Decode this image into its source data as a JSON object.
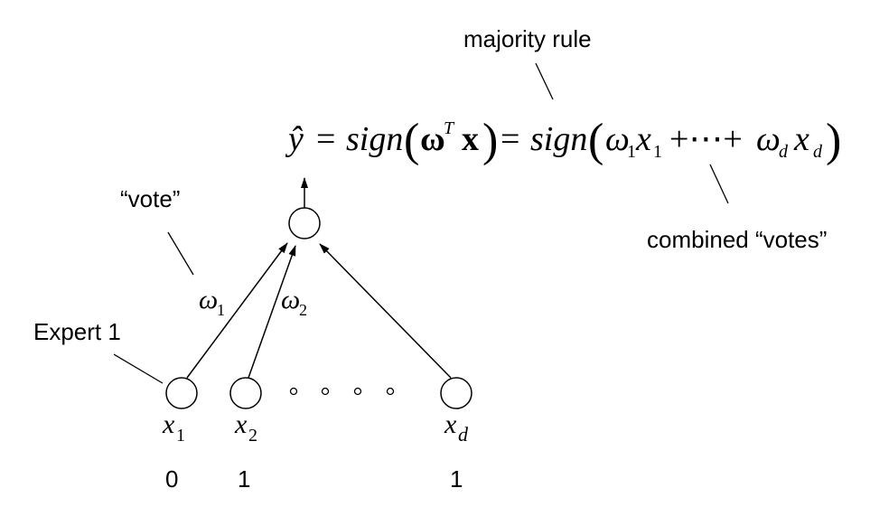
{
  "labels": {
    "majority_rule": "majority rule",
    "vote": "“vote”",
    "combined_votes": "combined “votes”",
    "expert1": "Expert 1"
  },
  "formula": {
    "yhat": "ŷ",
    "eq1": "=",
    "sign1": "sign",
    "omega_bold": "ω",
    "sup_T": "T",
    "x_bold": "x",
    "eq2": "=",
    "sign2": "sign",
    "omega": "ω",
    "sub_1": "1",
    "x": "x",
    "sub_1b": "1",
    "plus_dots_plus": "+⋯+",
    "omega_d": "ω",
    "sub_d": "d",
    "x_d": "x",
    "sub_db": "d"
  },
  "weights": {
    "w1": "ω",
    "w1_sub": "1",
    "w2": "ω",
    "w2_sub": "2"
  },
  "inputs": [
    {
      "name": "x",
      "sub": "1",
      "value": "0"
    },
    {
      "name": "x",
      "sub": "2",
      "value": "1"
    },
    {
      "name": "x",
      "sub": "d",
      "value": "1"
    }
  ]
}
